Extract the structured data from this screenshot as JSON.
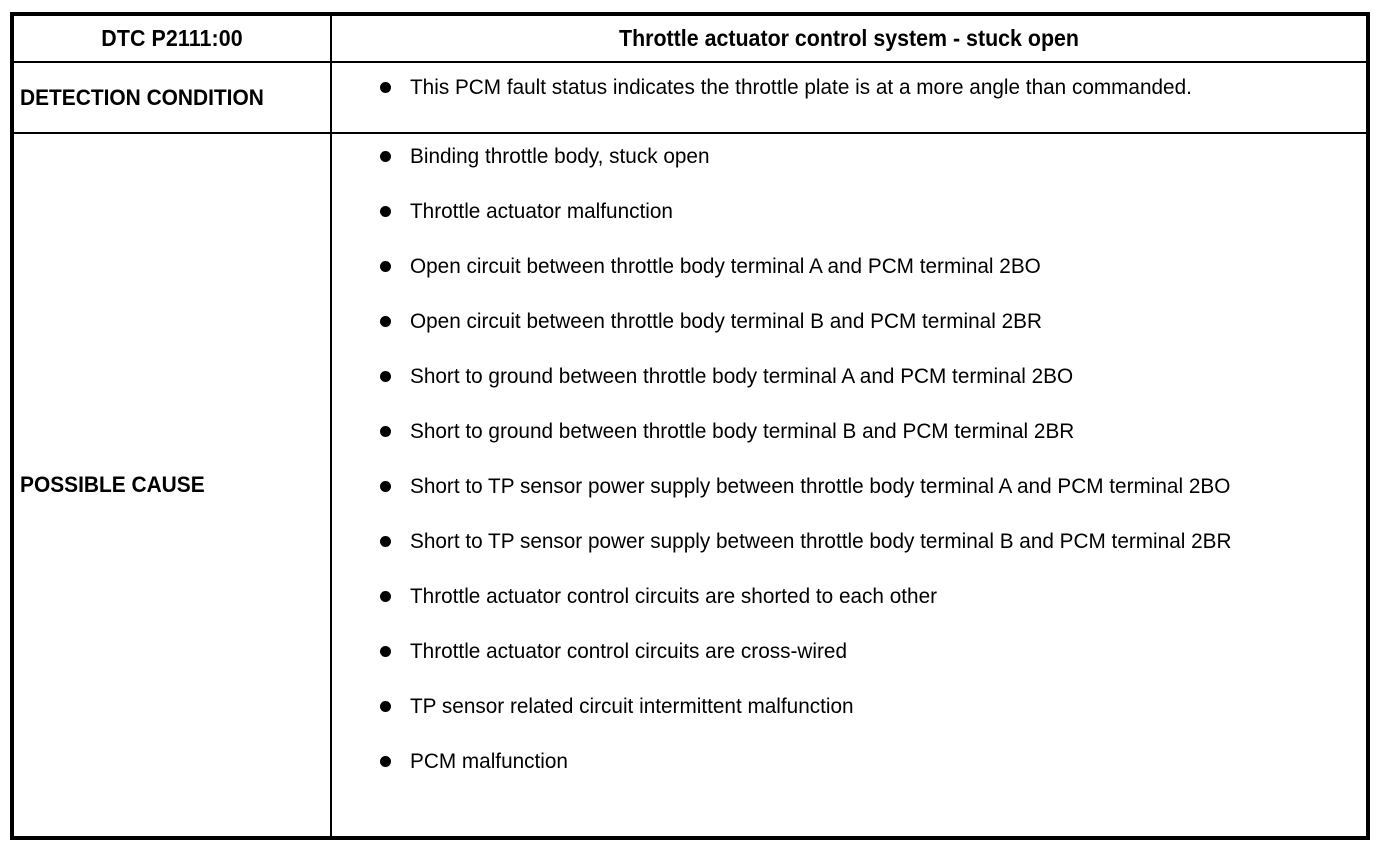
{
  "table": {
    "header": {
      "code_label": "DTC P2111:00",
      "title": "Throttle actuator control system - stuck open"
    },
    "detection": {
      "label": "DETECTION CONDITION",
      "items": [
        "This PCM fault status indicates the throttle plate is at a more angle than commanded."
      ]
    },
    "possible_cause": {
      "label": "POSSIBLE CAUSE",
      "items": [
        "Binding throttle body, stuck open",
        "Throttle actuator malfunction",
        "Open circuit between throttle body terminal A and PCM terminal 2BO",
        "Open circuit between throttle body terminal B and PCM terminal 2BR",
        "Short to ground between throttle body terminal A and PCM terminal 2BO",
        "Short to ground between throttle body terminal B and PCM terminal 2BR",
        "Short to TP sensor power supply between throttle body terminal A and PCM terminal 2BO",
        "Short to TP sensor power supply between throttle body terminal B and PCM terminal 2BR",
        "Throttle actuator control circuits are shorted to each other",
        "Throttle actuator control circuits are cross-wired",
        "TP sensor related circuit intermittent malfunction",
        "PCM malfunction"
      ]
    }
  },
  "style": {
    "border_color": "#000000",
    "background_color": "#ffffff",
    "text_color": "#000000"
  }
}
